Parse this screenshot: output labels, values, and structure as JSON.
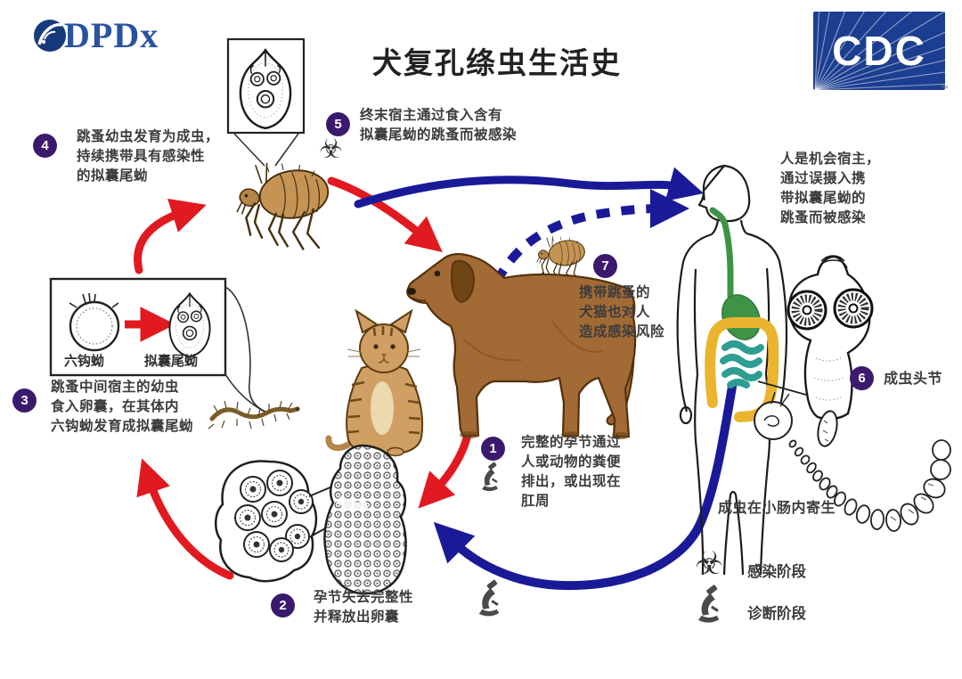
{
  "title": "犬复孔绦虫生活史",
  "logos": {
    "dpdx": "DPDx",
    "cdc": "CDC",
    "cdc_trademark": "™"
  },
  "steps": {
    "s1": {
      "num": "1",
      "text": "完整的孕节通过\n人或动物的粪便\n排出，或出现在\n肛周"
    },
    "s2": {
      "num": "2",
      "text": "孕节失去完整性\n并释放出卵囊"
    },
    "s3": {
      "num": "3",
      "text": "跳蚤中间宿主的幼虫\n食入卵囊，在其体内\n六钩蚴发育成拟囊尾蚴"
    },
    "s4": {
      "num": "4",
      "text": "跳蚤幼虫发育为成虫，\n持续携带具有感染性\n的拟囊尾蚴"
    },
    "s5": {
      "num": "5",
      "text": "终末宿主通过食入含有\n拟囊尾蚴的跳蚤而被感染"
    },
    "s6": {
      "num": "6",
      "text": "成虫头节"
    },
    "s7": {
      "num": "7",
      "text": "携带跳蚤的\n犬猫也对人\n造成感染风险"
    }
  },
  "notes": {
    "human_host": "人是机会宿主，\n通过误摄入携\n带拟囊尾蚴的\n跳蚤而被感染",
    "adult_location": "成虫在小肠内寄生"
  },
  "inset": {
    "oncosphere_label": "六钩蚴",
    "cysticercoid_label": "拟囊尾蚴"
  },
  "legend": {
    "infective": {
      "icon": "biohazard-icon",
      "glyph": "☣",
      "label": "感染阶段"
    },
    "diagnostic": {
      "icon": "microscope-icon",
      "label": "诊断阶段"
    }
  },
  "colors": {
    "red_arrow": "#e01a20",
    "blue_arrow": "#1a1a99",
    "badge_purple": "#3b1a6e",
    "cdc_blue": "#1c3e91",
    "dpdx_blue": "#2a52a0"
  }
}
